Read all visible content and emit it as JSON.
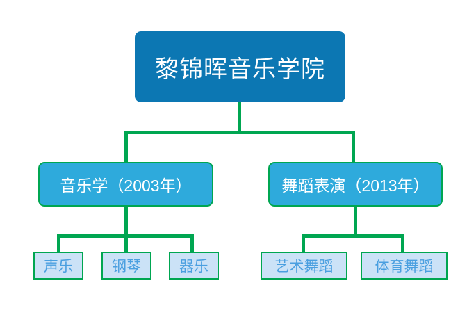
{
  "diagram": {
    "type": "organizational-tree",
    "title_text": "黎锦晖音乐学院",
    "background_color": "#FFFFFF",
    "connector_color": "#00A651",
    "root": {
      "label": "黎锦晖音乐学院",
      "fill_color": "#0C77B3",
      "text_color": "#FFFFFF"
    },
    "departments": [
      {
        "label": "音乐学（2003年）",
        "fill_color": "#2EAADC",
        "text_color": "#FFFFFF",
        "border_color": "#00A651",
        "children": [
          {
            "label": "声乐",
            "fill_color": "#CBE2F7",
            "text_color": "#4A9FE0",
            "border_color": "#00A651"
          },
          {
            "label": "钢琴",
            "fill_color": "#CBE2F7",
            "text_color": "#4A9FE0",
            "border_color": "#00A651"
          },
          {
            "label": "器乐",
            "fill_color": "#CBE2F7",
            "text_color": "#4A9FE0",
            "border_color": "#00A651"
          }
        ]
      },
      {
        "label": "舞蹈表演（2013年）",
        "fill_color": "#2EAADC",
        "text_color": "#FFFFFF",
        "border_color": "#00A651",
        "children": [
          {
            "label": "艺术舞蹈",
            "fill_color": "#CBE2F7",
            "text_color": "#4A9FE0",
            "border_color": "#00A651"
          },
          {
            "label": "体育舞蹈",
            "fill_color": "#CBE2F7",
            "text_color": "#4A9FE0",
            "border_color": "#00A651"
          }
        ]
      }
    ]
  }
}
